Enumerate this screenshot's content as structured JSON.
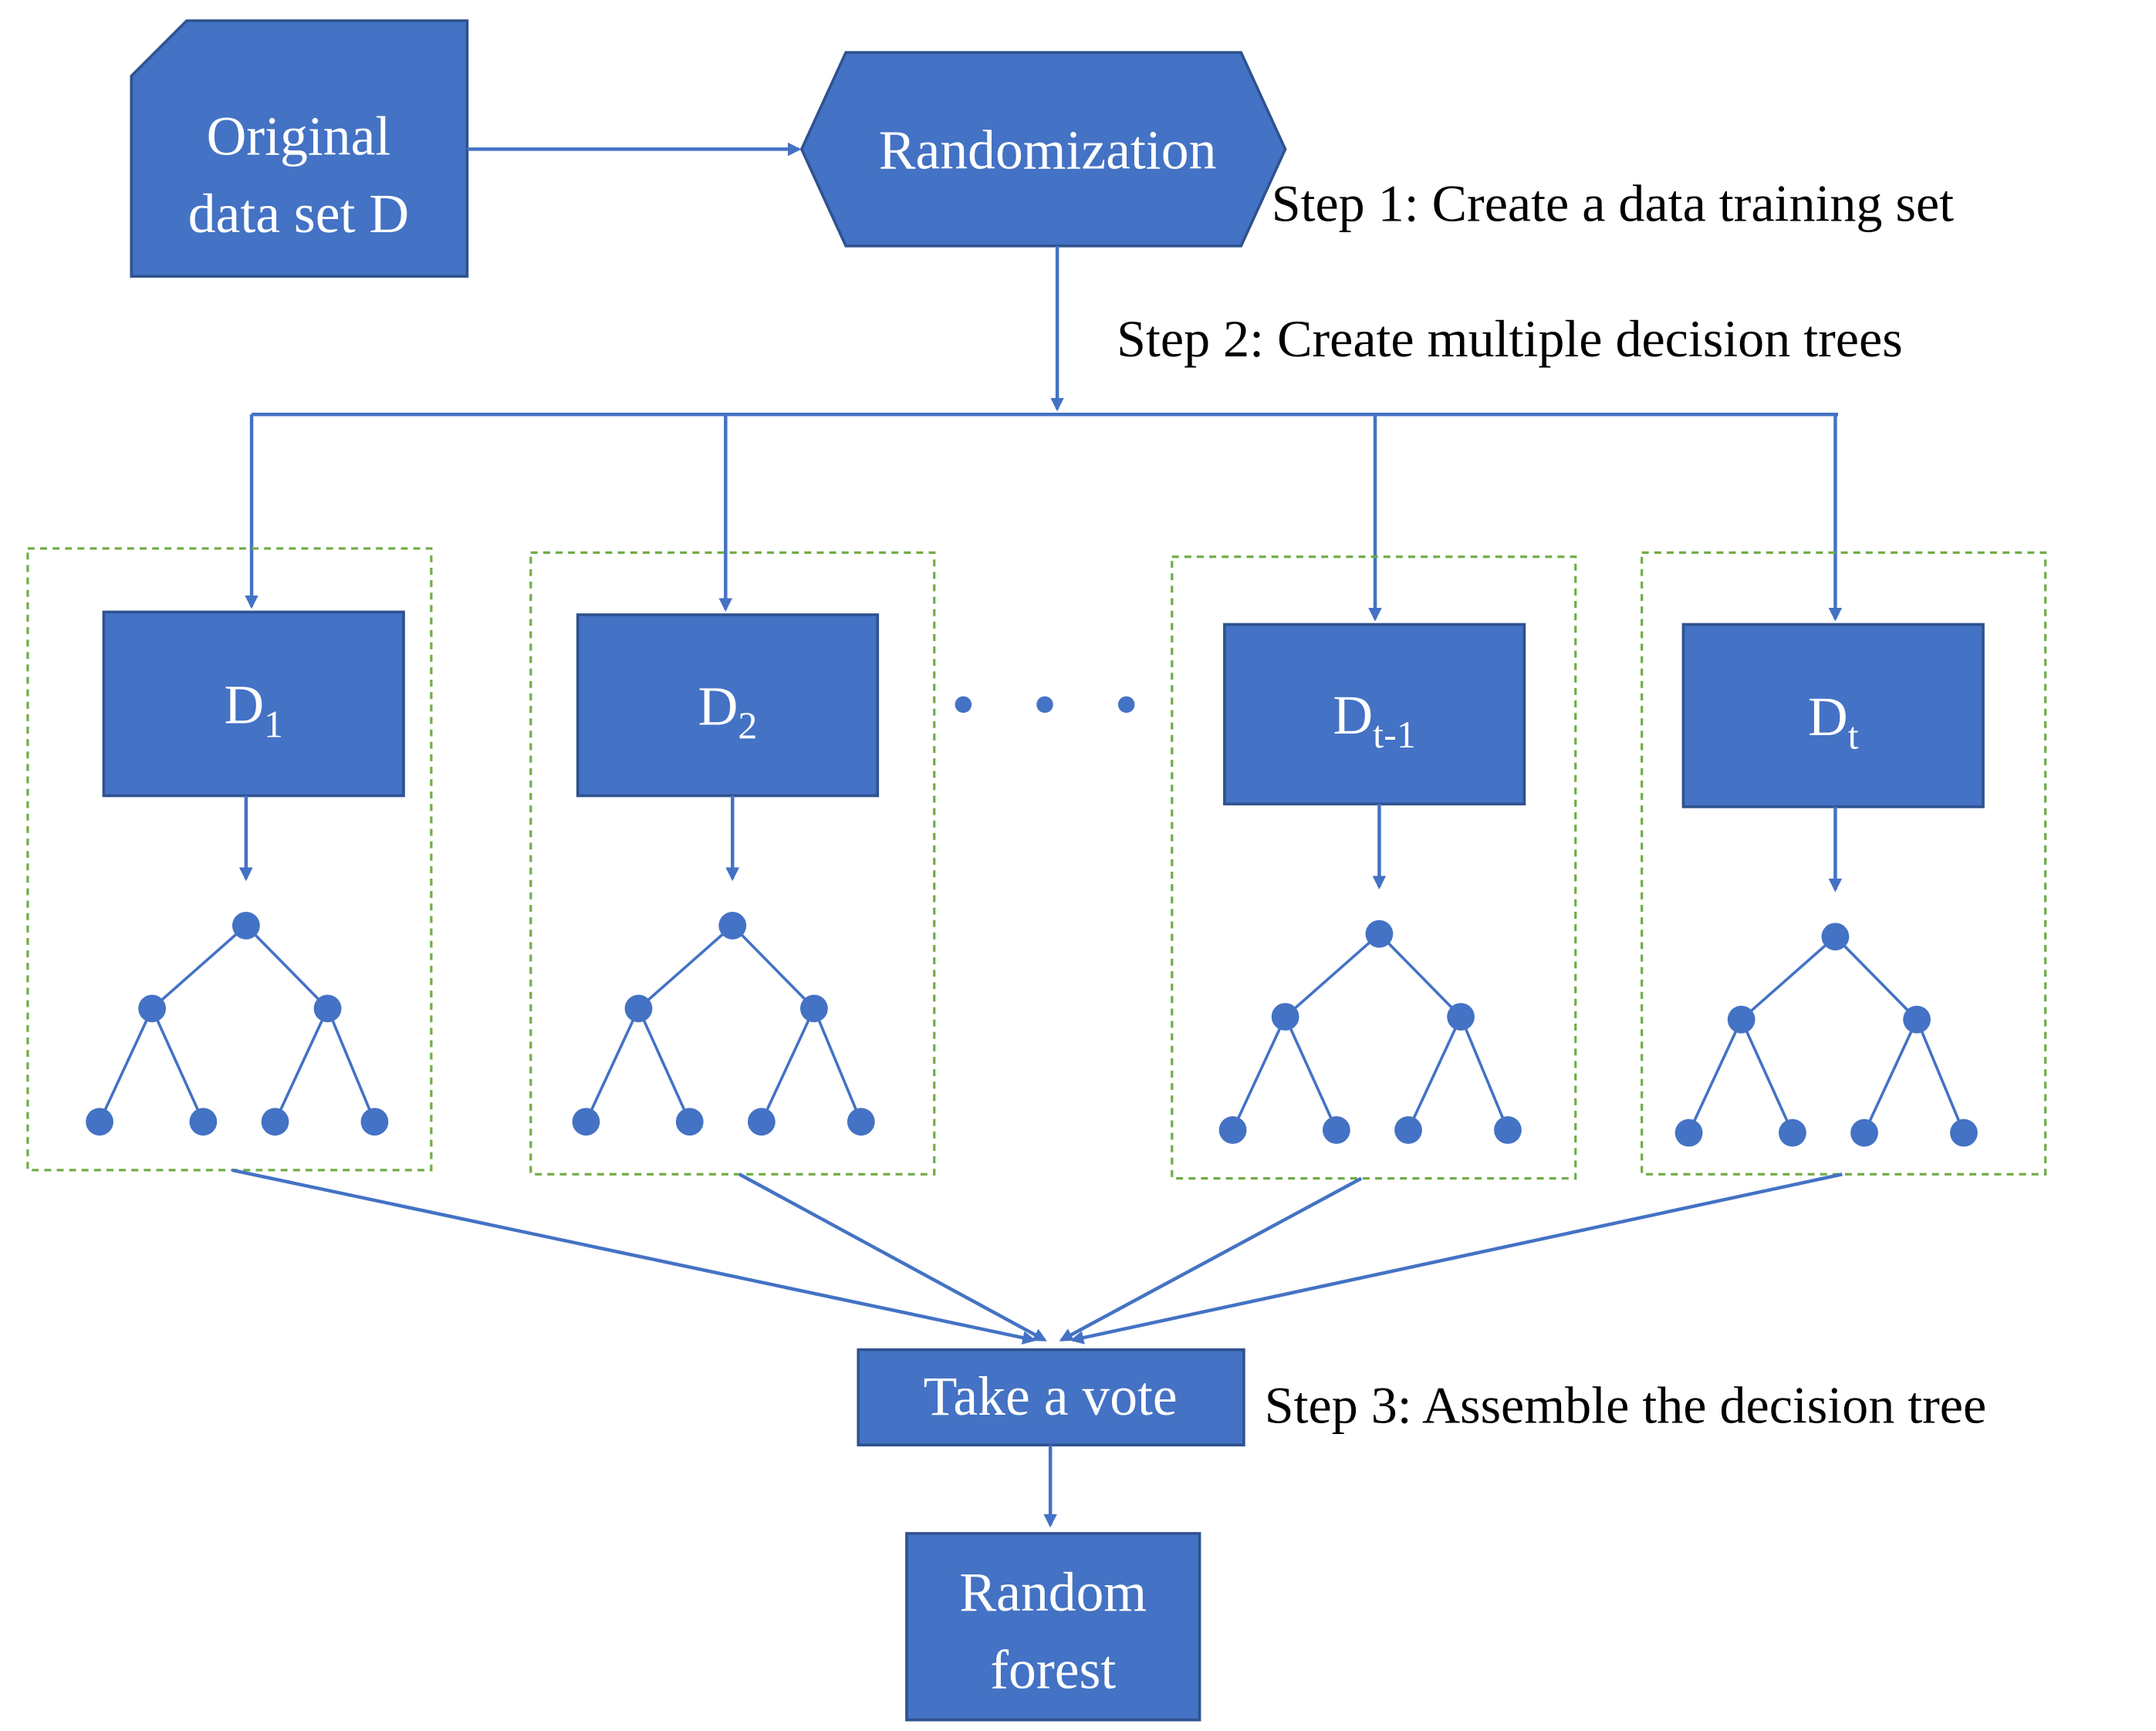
{
  "source_box": {
    "line1": "Original",
    "line2": "data set D"
  },
  "randomization": {
    "label": "Randomization"
  },
  "steps": {
    "step1": "Step 1: Create a data training  set",
    "step2": "Step 2: Create multiple  decision  trees",
    "step3": "Step 3: Assemble  the  decision  tree"
  },
  "subsets": [
    {
      "base": "D",
      "sub": "1"
    },
    {
      "base": "D",
      "sub": "2"
    },
    {
      "base": "D",
      "sub": "t-1"
    },
    {
      "base": "D",
      "sub": "t"
    }
  ],
  "ellipsis_icon": "three-dots",
  "vote": {
    "label": "Take a vote"
  },
  "result": {
    "line1": "Random",
    "line2": "forest"
  },
  "colors": {
    "box_fill": "#4472C4",
    "box_stroke": "#2F528F",
    "dashed_border": "#70AD47"
  }
}
